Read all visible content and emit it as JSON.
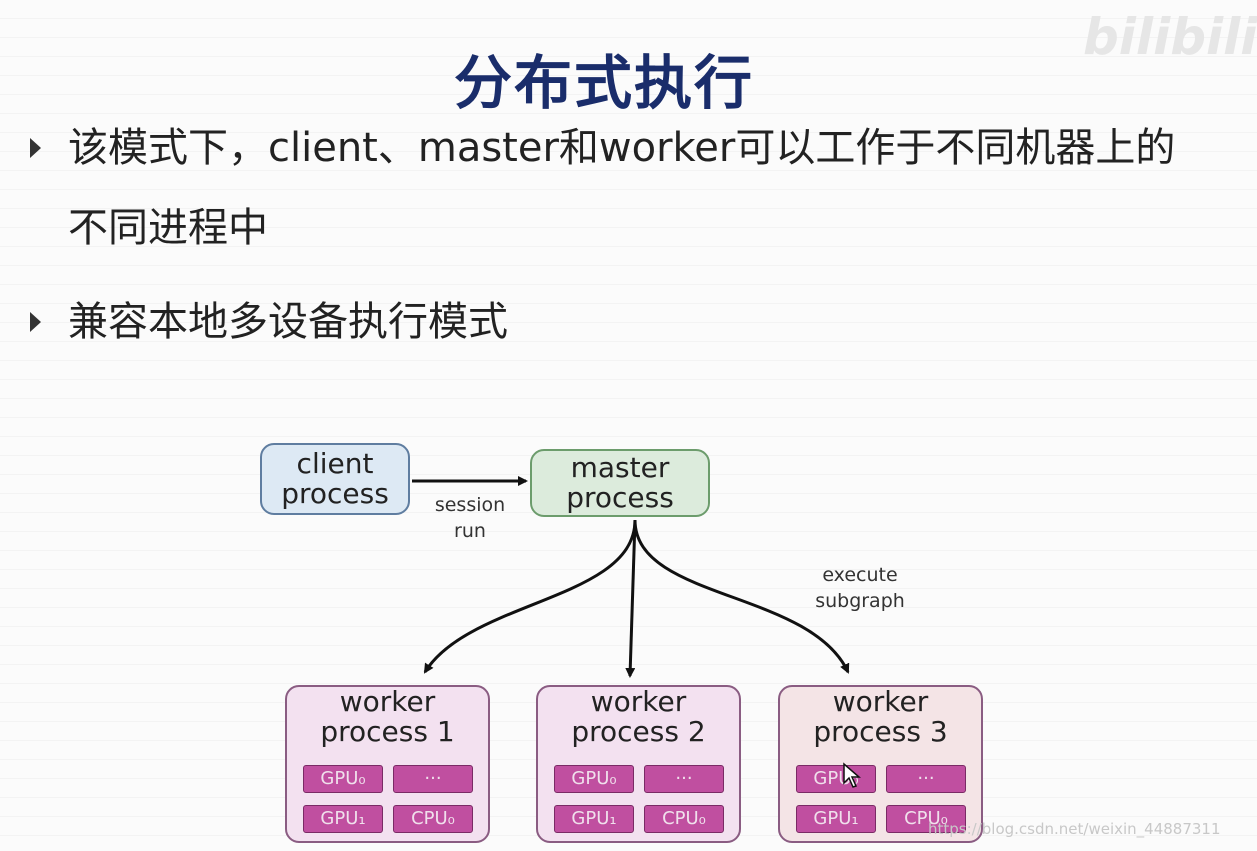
{
  "slide": {
    "title": "分布式执行",
    "bullets": [
      "该模式下，client、master和worker可以工作于不同机器上的不同进程中",
      "兼容本地多设备执行模式"
    ]
  },
  "diagram": {
    "client": "client process",
    "master": "master process",
    "edge_session": "session run",
    "edge_execute": "execute subgraph",
    "workers": [
      {
        "label": "worker process 1",
        "chips": [
          "GPU₀",
          "···",
          "GPU₁",
          "CPU₀"
        ]
      },
      {
        "label": "worker process 2",
        "chips": [
          "GPU₀",
          "···",
          "GPU₁",
          "CPU₀"
        ]
      },
      {
        "label": "worker process 3",
        "chips": [
          "GPU₀",
          "···",
          "GPU₁",
          "CPU₀"
        ]
      }
    ]
  },
  "watermarks": {
    "logo": "bilibili",
    "url": "https://blog.csdn.net/weixin_44887311"
  }
}
